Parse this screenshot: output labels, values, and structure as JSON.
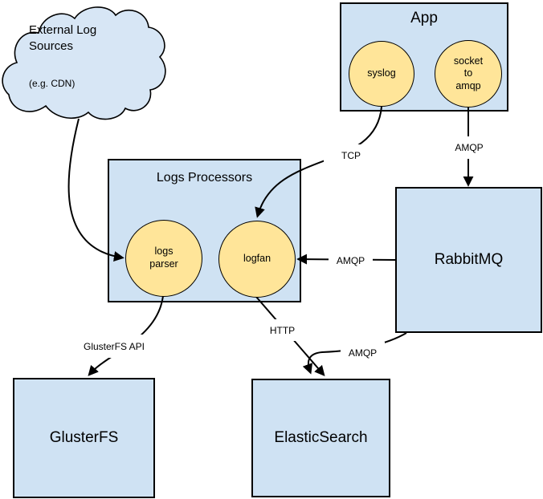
{
  "nodes": {
    "external_log_sources": {
      "title": "External Log Sources",
      "subtitle": "(e.g. CDN)"
    },
    "app": {
      "title": "App"
    },
    "syslog": {
      "label": "syslog"
    },
    "socket_to_amqp": {
      "label": "socket\nto\namqp"
    },
    "logs_processors": {
      "title": "Logs Processors"
    },
    "logs_parser": {
      "label": "logs\nparser"
    },
    "logfan": {
      "label": "logfan"
    },
    "rabbitmq": {
      "title": "RabbitMQ"
    },
    "glusterfs": {
      "title": "GlusterFS"
    },
    "elasticsearch": {
      "title": "ElasticSearch"
    }
  },
  "edges": {
    "syslog_to_logfan": {
      "label": "TCP"
    },
    "socket_to_rabbitmq": {
      "label": "AMQP"
    },
    "rabbitmq_to_logfan": {
      "label": "AMQP"
    },
    "logfan_to_elasticsearch": {
      "label": "HTTP"
    },
    "logs_parser_to_glusterfs": {
      "label": "GlusterFS API"
    },
    "rabbitmq_to_elasticsearch": {
      "label": "AMQP"
    }
  },
  "colors": {
    "container_fill": "#cfe2f3",
    "cloud_fill": "#d7e6f5",
    "process_fill": "#ffe599",
    "stroke": "#000000",
    "edge_label_bg": "#ffffff"
  }
}
